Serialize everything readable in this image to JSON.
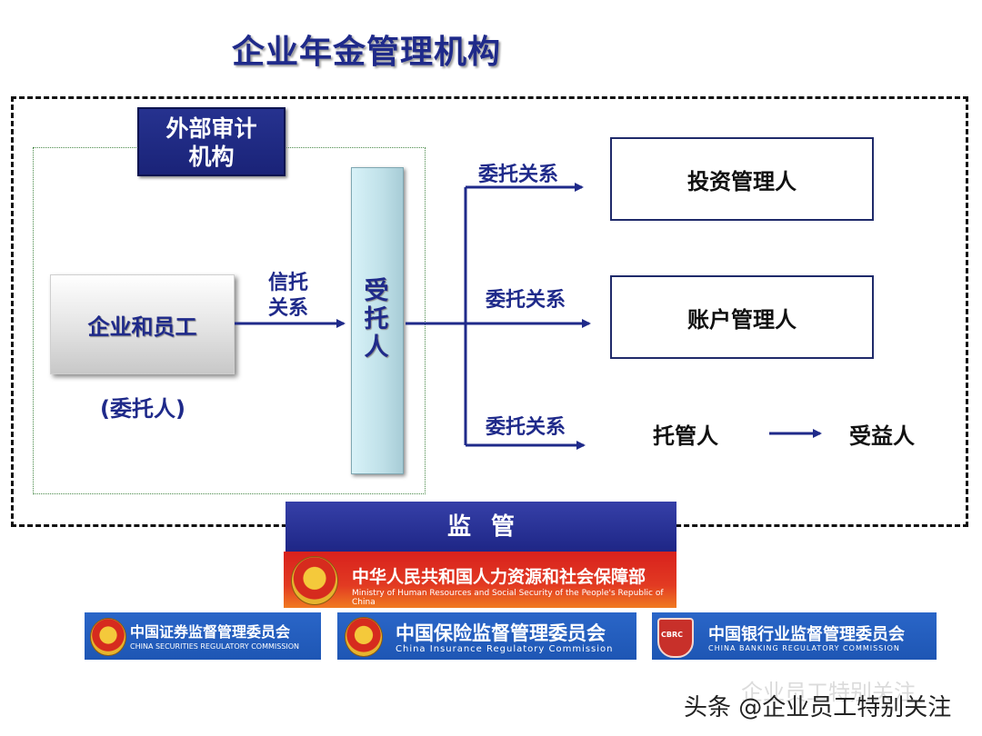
{
  "title": "企业年金管理机构",
  "audit": {
    "line1": "外部审计",
    "line2": "机构"
  },
  "company": {
    "label": "企业和员工",
    "note": "(委托人)"
  },
  "trust_relation": {
    "line1": "信托",
    "line2": "关系"
  },
  "trustee": {
    "label": "受托人"
  },
  "entrusted_relations": [
    "委托关系",
    "委托关系",
    "委托关系"
  ],
  "roles": {
    "investment_manager": "投资管理人",
    "account_manager": "账户管理人",
    "custodian": "托管人",
    "beneficiary": "受益人"
  },
  "supervision": {
    "label": "监管"
  },
  "regulators": {
    "hrss": {
      "cn": "中华人民共和国人力资源和社会保障部",
      "en": "Ministry of Human Resources and Social Security of the People's Republic of China"
    },
    "csrc": {
      "cn": "中国证券监督管理委员会",
      "en": "CHINA SECURITIES REGULATORY COMMISSION"
    },
    "circ": {
      "cn": "中国保险监督管理委员会",
      "en": "China Insurance Regulatory Commission"
    },
    "cbrc": {
      "cn": "中国银行业监督管理委员会",
      "en": "CHINA BANKING REGULATORY COMMISSION",
      "badge": "CBRC"
    }
  },
  "watermark": "企业员工特别关注",
  "footer": "头条 @企业员工特别关注",
  "colors": {
    "navy": "#1f2a8a",
    "hrss_red": "#d8211d",
    "regulator_blue": "#1e56b4"
  }
}
